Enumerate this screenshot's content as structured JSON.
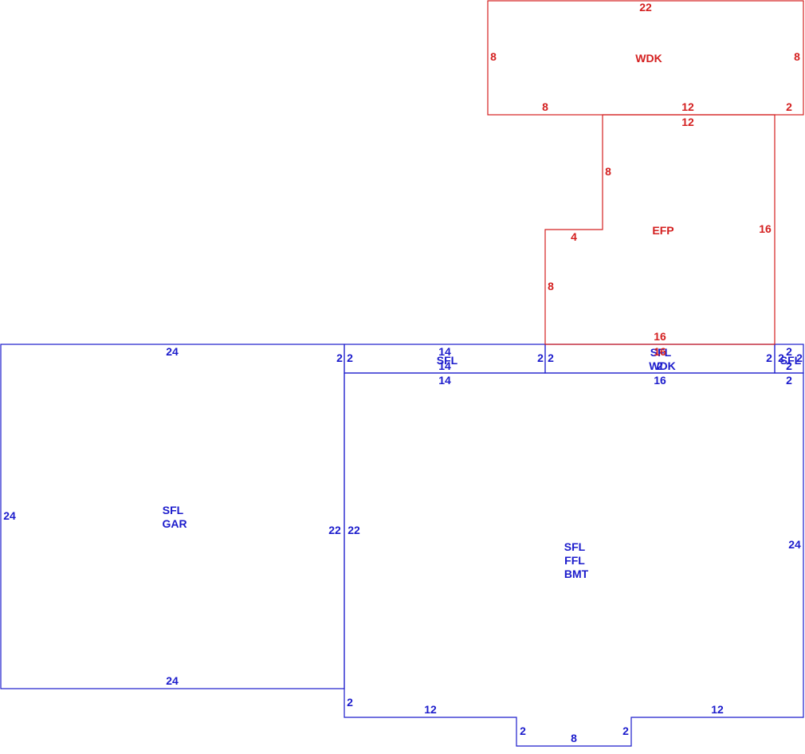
{
  "areas": {
    "garage": {
      "line1": "SFL",
      "line2": "GAR"
    },
    "main": {
      "line1": "SFL",
      "line2": "FFL",
      "line3": "BMT"
    },
    "efp": {
      "label": "EFP"
    },
    "wdk_upper": {
      "label": "WDK"
    },
    "strip_left": {
      "label": "SFL"
    },
    "strip_mid": {
      "line1": "SFL",
      "line2": "WDK"
    },
    "strip_right": {
      "label": "SFL"
    }
  },
  "dims": {
    "gar_top": "24",
    "gar_left": "24",
    "gar_right": "22",
    "gar_bottom": "24",
    "gar_top_right": "2",
    "main_left": "22",
    "main_right": "24",
    "main_bl": "2",
    "main_bottom_left": "12",
    "main_bottom_right": "12",
    "bump_left": "2",
    "bump_right": "2",
    "bump_bottom": "8",
    "strip_l_left": "2",
    "strip_l_top": "14",
    "strip_l_mid": "14",
    "strip_l_bottom": "14",
    "strip_l_right": "2",
    "strip_m_left": "2",
    "strip_m_top": "16",
    "strip_m_top2": "16",
    "strip_m_mid": "2",
    "strip_m_bottom": "16",
    "strip_m_right": "2",
    "strip_r_left": "2",
    "strip_r_top": "2",
    "strip_r_mid": "2",
    "strip_r_right": "2",
    "strip_r_bottom": "2",
    "efp_top": "12",
    "efp_left_upper": "8",
    "efp_step": "4",
    "efp_left_lower": "8",
    "efp_right": "16",
    "efp_bottom": "16",
    "wdk_top": "22",
    "wdk_left": "8",
    "wdk_right": "8",
    "wdk_b_left": "8",
    "wdk_b_mid": "12",
    "wdk_b_right": "2"
  }
}
